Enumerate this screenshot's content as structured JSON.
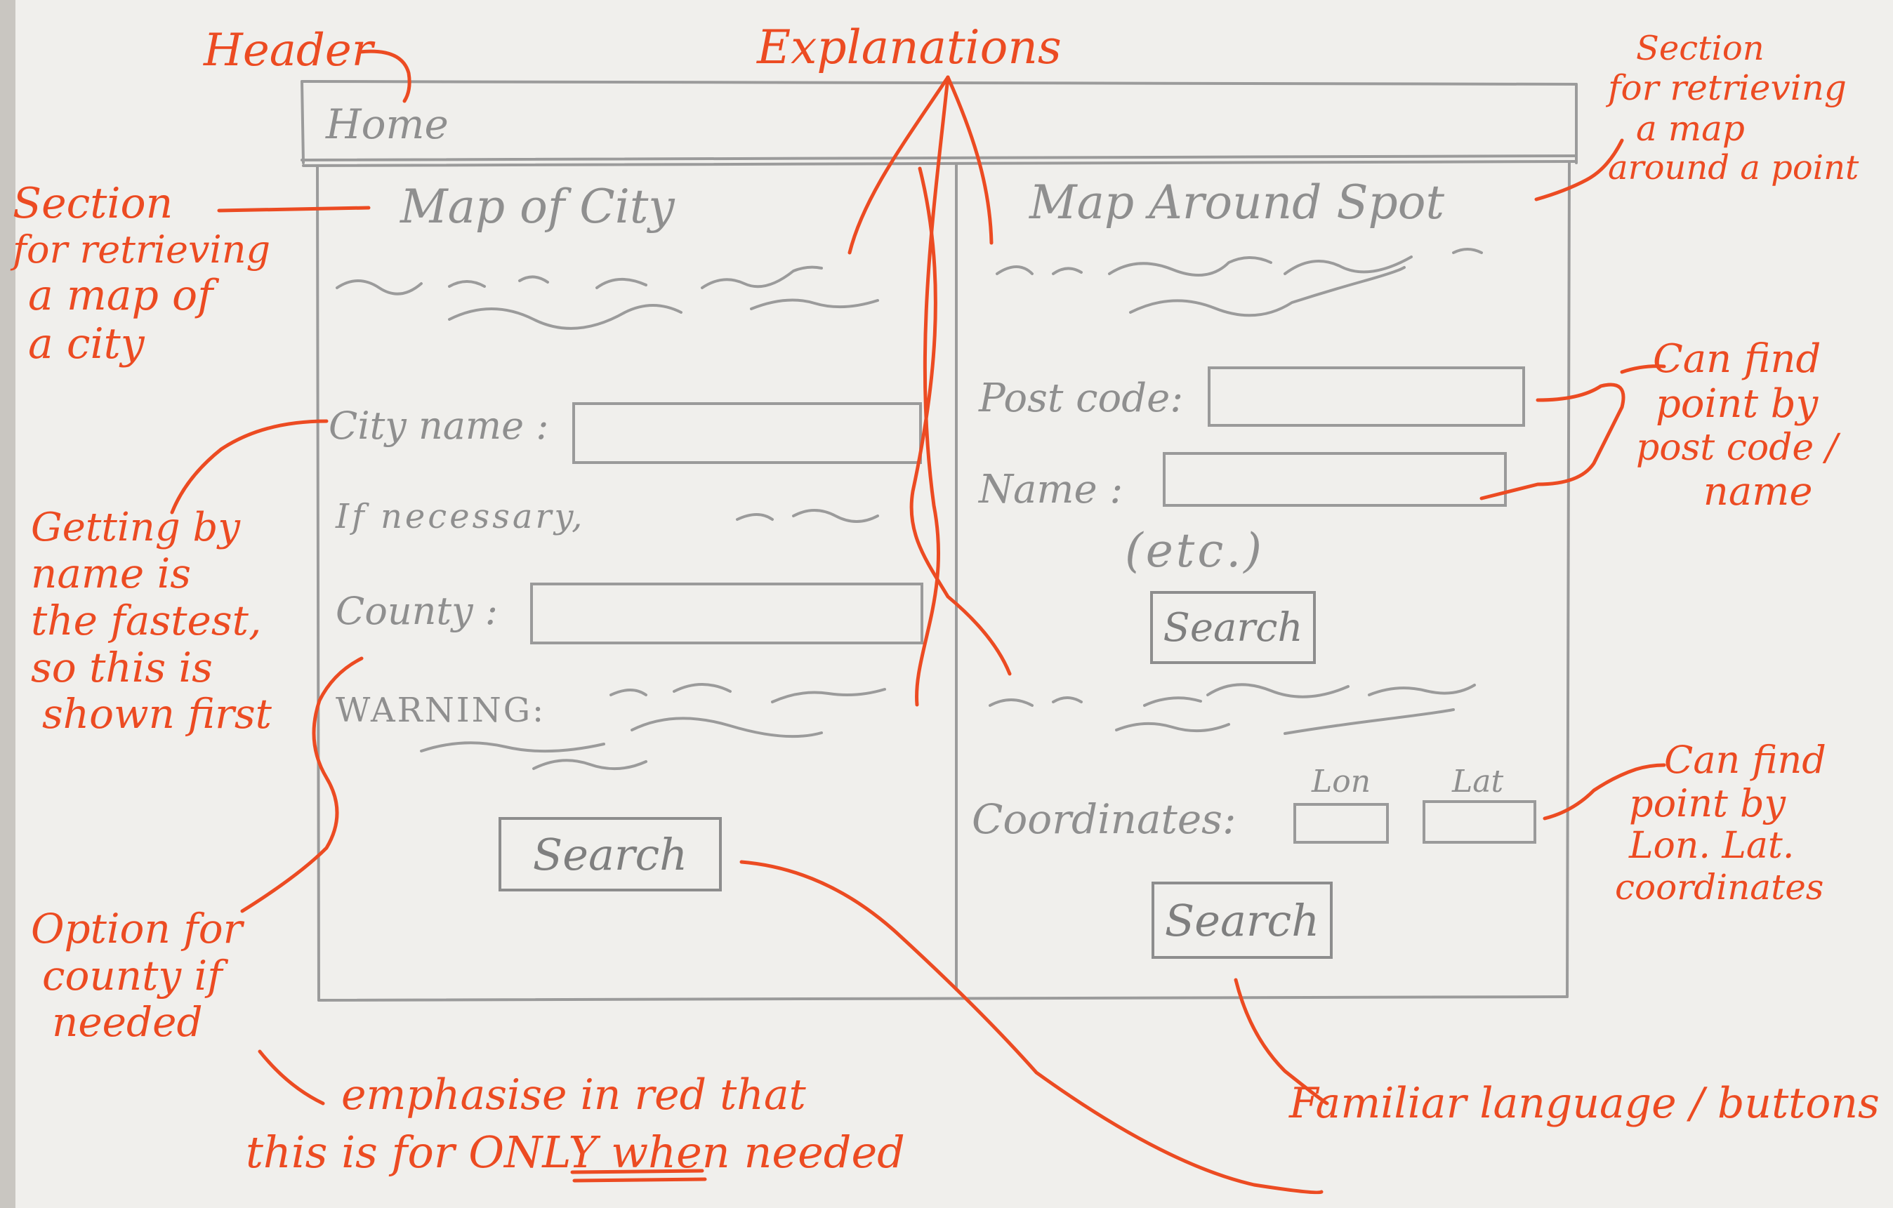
{
  "wireframe": {
    "header_label": "Home",
    "left_section": {
      "title": "Map of City",
      "city_name_label": "City name :",
      "if_necessary_label": "If necessary,",
      "county_label": "County :",
      "warning_label": "WARNING:",
      "search_button": "Search"
    },
    "right_section": {
      "title": "Map Around Spot",
      "post_code_label": "Post code:",
      "name_label": "Name :",
      "etc_label": "(etc.)",
      "search_button_1": "Search",
      "coordinates_label": "Coordinates:",
      "lon_label": "Lon",
      "lat_label": "Lat",
      "search_button_2": "Search"
    }
  },
  "annotations": {
    "header": "Header",
    "explanations": "Explanations",
    "section_city_lines": [
      "Section",
      "for retrieving",
      "a map of",
      "a city"
    ],
    "section_point_lines": [
      "Section",
      "for retrieving",
      "a map",
      "around a point"
    ],
    "postcode_note_lines": [
      "Can find",
      "point by",
      "post code /",
      "name"
    ],
    "coords_note_lines": [
      "Can find",
      "point by",
      "Lon. Lat.",
      "coordinates"
    ],
    "fastest_note_lines": [
      "Getting by",
      "name is",
      "the fastest,",
      "so this is",
      "shown first"
    ],
    "county_note_lines": [
      "Option for",
      "county if",
      "needed"
    ],
    "emphasise_line1": "emphasise in red that",
    "emphasise_line2_a": "this is for ",
    "emphasise_only": "ONLY",
    "emphasise_line2_b": " when needed",
    "familiar_note": "Familiar language / buttons"
  },
  "colors": {
    "paper": "#f0efec",
    "pencil": "#8f8f8f",
    "ink_red": "#ec4b22"
  }
}
